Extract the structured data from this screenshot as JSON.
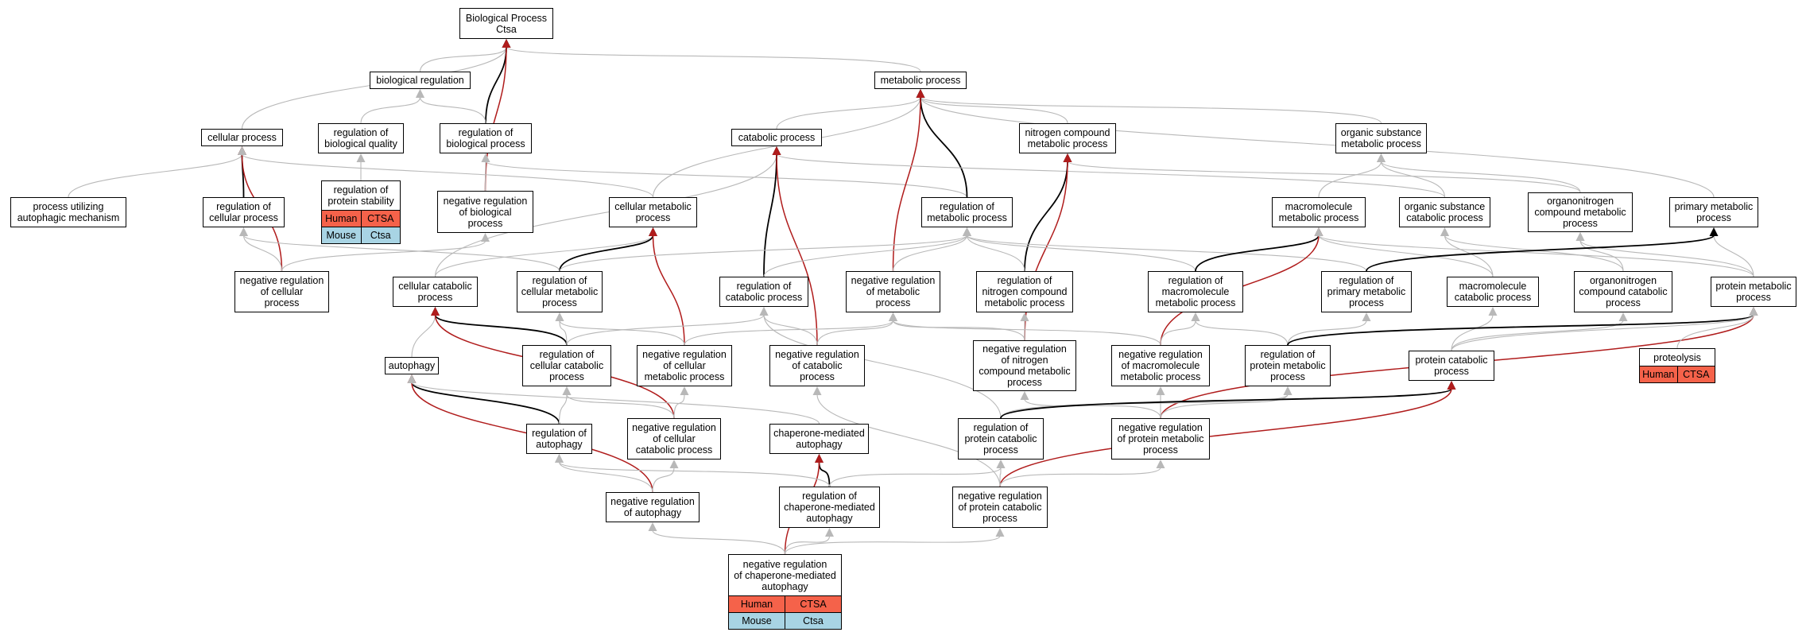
{
  "colors": {
    "default_edge": "#b8b8b8",
    "is_a_edge": "#000000",
    "negative_edge": "#b01c1c",
    "human_row": "#f5624a",
    "mouse_row": "#a8d4e4"
  },
  "nodes": [
    {
      "id": "bp",
      "label": "Biological Process\nCtsa"
    },
    {
      "id": "breg",
      "label": "biological regulation"
    },
    {
      "id": "met",
      "label": "metabolic process"
    },
    {
      "id": "cell",
      "label": "cellular process"
    },
    {
      "id": "regbq",
      "label": "regulation of\nbiological quality"
    },
    {
      "id": "regbp",
      "label": "regulation of\nbiological process"
    },
    {
      "id": "cat",
      "label": "catabolic process"
    },
    {
      "id": "ncm",
      "label": "nitrogen compound\nmetabolic process"
    },
    {
      "id": "osm",
      "label": "organic substance\nmetabolic process"
    },
    {
      "id": "puam",
      "label": "process utilizing\nautophagic mechanism"
    },
    {
      "id": "regcp",
      "label": "regulation of\ncellular process"
    },
    {
      "id": "regps",
      "label": "regulation of\nprotein stability",
      "table": {
        "human": [
          "Human",
          "CTSA"
        ],
        "mouse": [
          "Mouse",
          "Ctsa"
        ]
      }
    },
    {
      "id": "nrbp",
      "label": "negative regulation\nof biological\nprocess"
    },
    {
      "id": "cmp",
      "label": "cellular metabolic\nprocess"
    },
    {
      "id": "regmp",
      "label": "regulation of\nmetabolic process"
    },
    {
      "id": "mmp",
      "label": "macromolecule\nmetabolic process"
    },
    {
      "id": "oscp",
      "label": "organic substance\ncatabolic process"
    },
    {
      "id": "oncm",
      "label": "organonitrogen\ncompound metabolic\nprocess"
    },
    {
      "id": "pmp",
      "label": "primary metabolic\nprocess"
    },
    {
      "id": "nrcp",
      "label": "negative regulation\nof cellular\nprocess"
    },
    {
      "id": "ccp",
      "label": "cellular catabolic\nprocess"
    },
    {
      "id": "regcmp",
      "label": "regulation of\ncellular metabolic\nprocess"
    },
    {
      "id": "regcat",
      "label": "regulation of\ncatabolic process"
    },
    {
      "id": "nrmp",
      "label": "negative regulation\nof metabolic\nprocess"
    },
    {
      "id": "regncm",
      "label": "regulation of\nnitrogen compound\nmetabolic process"
    },
    {
      "id": "regmac",
      "label": "regulation of\nmacromolecule\nmetabolic process"
    },
    {
      "id": "regpmp",
      "label": "regulation of\nprimary metabolic\nprocess"
    },
    {
      "id": "mcp",
      "label": "macromolecule\ncatabolic process"
    },
    {
      "id": "occp",
      "label": "organonitrogen\ncompound catabolic\nprocess"
    },
    {
      "id": "protmp",
      "label": "protein metabolic\nprocess"
    },
    {
      "id": "auto",
      "label": "autophagy"
    },
    {
      "id": "regccp",
      "label": "regulation of\ncellular catabolic\nprocess"
    },
    {
      "id": "nrcmp",
      "label": "negative regulation\nof cellular\nmetabolic process"
    },
    {
      "id": "nrcat",
      "label": "negative regulation\nof catabolic\nprocess"
    },
    {
      "id": "nrncm",
      "label": "negative regulation\nof nitrogen\ncompound metabolic\nprocess"
    },
    {
      "id": "nrmac",
      "label": "negative regulation\nof macromolecule\nmetabolic process"
    },
    {
      "id": "regprot",
      "label": "regulation of\nprotein metabolic\nprocess"
    },
    {
      "id": "pcp",
      "label": "protein catabolic\nprocess"
    },
    {
      "id": "prot",
      "label": "proteolysis",
      "table": {
        "human": [
          "Human",
          "CTSA"
        ]
      }
    },
    {
      "id": "regauto",
      "label": "regulation of\nautophagy"
    },
    {
      "id": "nrccp",
      "label": "negative regulation\nof cellular\ncatabolic process"
    },
    {
      "id": "cma",
      "label": "chaperone-mediated\nautophagy"
    },
    {
      "id": "regpcp",
      "label": "regulation of\nprotein catabolic\nprocess"
    },
    {
      "id": "nrprot",
      "label": "negative regulation\nof protein metabolic\nprocess"
    },
    {
      "id": "nrauto",
      "label": "negative regulation\nof autophagy"
    },
    {
      "id": "regcma",
      "label": "regulation of\nchaperone-mediated\nautophagy"
    },
    {
      "id": "nrpcp",
      "label": "negative regulation\nof protein catabolic\nprocess"
    },
    {
      "id": "nrcma",
      "label": "negative regulation\nof chaperone-mediated\nautophagy",
      "table": {
        "human": [
          "Human",
          "CTSA"
        ],
        "mouse": [
          "Mouse",
          "Ctsa"
        ]
      }
    }
  ],
  "edges": [
    {
      "from": "breg",
      "to": "bp",
      "kind": "default"
    },
    {
      "from": "cell",
      "to": "bp",
      "kind": "default"
    },
    {
      "from": "met",
      "to": "bp",
      "kind": "default"
    },
    {
      "from": "regbp",
      "to": "bp",
      "kind": "is_a"
    },
    {
      "from": "nrbp",
      "to": "bp",
      "kind": "negative"
    },
    {
      "from": "regbq",
      "to": "breg",
      "kind": "default"
    },
    {
      "from": "regbp",
      "to": "breg",
      "kind": "default"
    },
    {
      "from": "puam",
      "to": "cell",
      "kind": "default"
    },
    {
      "from": "regcp",
      "to": "cell",
      "kind": "is_a"
    },
    {
      "from": "nrcp",
      "to": "cell",
      "kind": "negative"
    },
    {
      "from": "cmp",
      "to": "cell",
      "kind": "default"
    },
    {
      "from": "regps",
      "to": "regbq",
      "kind": "default"
    },
    {
      "from": "nrbp",
      "to": "regbp",
      "kind": "default"
    },
    {
      "from": "regmp",
      "to": "regbp",
      "kind": "default"
    },
    {
      "from": "nrcp",
      "to": "regcp",
      "kind": "default"
    },
    {
      "from": "nrcp",
      "to": "nrbp",
      "kind": "default"
    },
    {
      "from": "regcmp",
      "to": "regcp",
      "kind": "default"
    },
    {
      "from": "cat",
      "to": "met",
      "kind": "default"
    },
    {
      "from": "ncm",
      "to": "met",
      "kind": "default"
    },
    {
      "from": "osm",
      "to": "met",
      "kind": "default"
    },
    {
      "from": "pmp",
      "to": "met",
      "kind": "default"
    },
    {
      "from": "cmp",
      "to": "met",
      "kind": "default"
    },
    {
      "from": "regmp",
      "to": "met",
      "kind": "is_a"
    },
    {
      "from": "nrmp",
      "to": "met",
      "kind": "negative"
    },
    {
      "from": "ccp",
      "to": "cat",
      "kind": "default"
    },
    {
      "from": "oscp",
      "to": "cat",
      "kind": "default"
    },
    {
      "from": "regcat",
      "to": "cat",
      "kind": "is_a"
    },
    {
      "from": "nrcat",
      "to": "cat",
      "kind": "negative"
    },
    {
      "from": "oncm",
      "to": "ncm",
      "kind": "default"
    },
    {
      "from": "regncm",
      "to": "ncm",
      "kind": "is_a"
    },
    {
      "from": "nrncm",
      "to": "ncm",
      "kind": "negative"
    },
    {
      "from": "mmp",
      "to": "osm",
      "kind": "default"
    },
    {
      "from": "oscp",
      "to": "osm",
      "kind": "default"
    },
    {
      "from": "oncm",
      "to": "osm",
      "kind": "default"
    },
    {
      "from": "ccp",
      "to": "cmp",
      "kind": "default"
    },
    {
      "from": "regcmp",
      "to": "cmp",
      "kind": "is_a"
    },
    {
      "from": "nrcmp",
      "to": "cmp",
      "kind": "negative"
    },
    {
      "from": "regcat",
      "to": "regmp",
      "kind": "default"
    },
    {
      "from": "nrmp",
      "to": "regmp",
      "kind": "default"
    },
    {
      "from": "regncm",
      "to": "regmp",
      "kind": "default"
    },
    {
      "from": "regmac",
      "to": "regmp",
      "kind": "default"
    },
    {
      "from": "regpmp",
      "to": "regmp",
      "kind": "default"
    },
    {
      "from": "regcmp",
      "to": "regmp",
      "kind": "default"
    },
    {
      "from": "regmac",
      "to": "mmp",
      "kind": "is_a"
    },
    {
      "from": "nrmac",
      "to": "mmp",
      "kind": "negative"
    },
    {
      "from": "mcp",
      "to": "mmp",
      "kind": "default"
    },
    {
      "from": "protmp",
      "to": "mmp",
      "kind": "default"
    },
    {
      "from": "mcp",
      "to": "oscp",
      "kind": "default"
    },
    {
      "from": "occp",
      "to": "oscp",
      "kind": "default"
    },
    {
      "from": "occp",
      "to": "oncm",
      "kind": "default"
    },
    {
      "from": "protmp",
      "to": "oncm",
      "kind": "default"
    },
    {
      "from": "protmp",
      "to": "pmp",
      "kind": "default"
    },
    {
      "from": "regpmp",
      "to": "pmp",
      "kind": "is_a"
    },
    {
      "from": "auto",
      "to": "ccp",
      "kind": "default"
    },
    {
      "from": "regccp",
      "to": "ccp",
      "kind": "is_a"
    },
    {
      "from": "nrccp",
      "to": "ccp",
      "kind": "negative"
    },
    {
      "from": "regccp",
      "to": "regcmp",
      "kind": "default"
    },
    {
      "from": "nrcmp",
      "to": "regcmp",
      "kind": "default"
    },
    {
      "from": "regccp",
      "to": "regcat",
      "kind": "default"
    },
    {
      "from": "nrcat",
      "to": "regcat",
      "kind": "default"
    },
    {
      "from": "regpcp",
      "to": "regcat",
      "kind": "default"
    },
    {
      "from": "nrcmp",
      "to": "nrmp",
      "kind": "default"
    },
    {
      "from": "nrcat",
      "to": "nrmp",
      "kind": "default"
    },
    {
      "from": "nrncm",
      "to": "nrmp",
      "kind": "default"
    },
    {
      "from": "nrmac",
      "to": "nrmp",
      "kind": "default"
    },
    {
      "from": "nrncm",
      "to": "regncm",
      "kind": "default"
    },
    {
      "from": "nrmac",
      "to": "regmac",
      "kind": "default"
    },
    {
      "from": "regprot",
      "to": "regmac",
      "kind": "default"
    },
    {
      "from": "regprot",
      "to": "regpmp",
      "kind": "default"
    },
    {
      "from": "pcp",
      "to": "mcp",
      "kind": "default"
    },
    {
      "from": "pcp",
      "to": "occp",
      "kind": "default"
    },
    {
      "from": "regprot",
      "to": "protmp",
      "kind": "is_a"
    },
    {
      "from": "nrprot",
      "to": "protmp",
      "kind": "negative"
    },
    {
      "from": "prot",
      "to": "protmp",
      "kind": "default"
    },
    {
      "from": "pcp",
      "to": "protmp",
      "kind": "default"
    },
    {
      "from": "nrccp",
      "to": "nrcmp",
      "kind": "default"
    },
    {
      "from": "nrccp",
      "to": "regccp",
      "kind": "default"
    },
    {
      "from": "nrpcp",
      "to": "nrcat",
      "kind": "default"
    },
    {
      "from": "nrprot",
      "to": "nrncm",
      "kind": "default"
    },
    {
      "from": "nrprot",
      "to": "nrmac",
      "kind": "default"
    },
    {
      "from": "nrprot",
      "to": "regprot",
      "kind": "default"
    },
    {
      "from": "regpcp",
      "to": "regprot",
      "kind": "default"
    },
    {
      "from": "regauto",
      "to": "auto",
      "kind": "is_a"
    },
    {
      "from": "nrauto",
      "to": "auto",
      "kind": "negative"
    },
    {
      "from": "cma",
      "to": "auto",
      "kind": "default"
    },
    {
      "from": "regauto",
      "to": "regccp",
      "kind": "default"
    },
    {
      "from": "nrauto",
      "to": "regauto",
      "kind": "default"
    },
    {
      "from": "nrauto",
      "to": "nrccp",
      "kind": "default"
    },
    {
      "from": "regcma",
      "to": "cma",
      "kind": "is_a"
    },
    {
      "from": "nrcma",
      "to": "cma",
      "kind": "negative"
    },
    {
      "from": "regpcp",
      "to": "pcp",
      "kind": "is_a"
    },
    {
      "from": "nrpcp",
      "to": "pcp",
      "kind": "negative"
    },
    {
      "from": "nrpcp",
      "to": "regpcp",
      "kind": "default"
    },
    {
      "from": "nrpcp",
      "to": "nrprot",
      "kind": "default"
    },
    {
      "from": "regcma",
      "to": "regauto",
      "kind": "default"
    },
    {
      "from": "regcma",
      "to": "regpcp",
      "kind": "default"
    },
    {
      "from": "nrcma",
      "to": "regcma",
      "kind": "default"
    },
    {
      "from": "nrcma",
      "to": "nrauto",
      "kind": "default"
    },
    {
      "from": "nrcma",
      "to": "nrpcp",
      "kind": "default"
    }
  ]
}
